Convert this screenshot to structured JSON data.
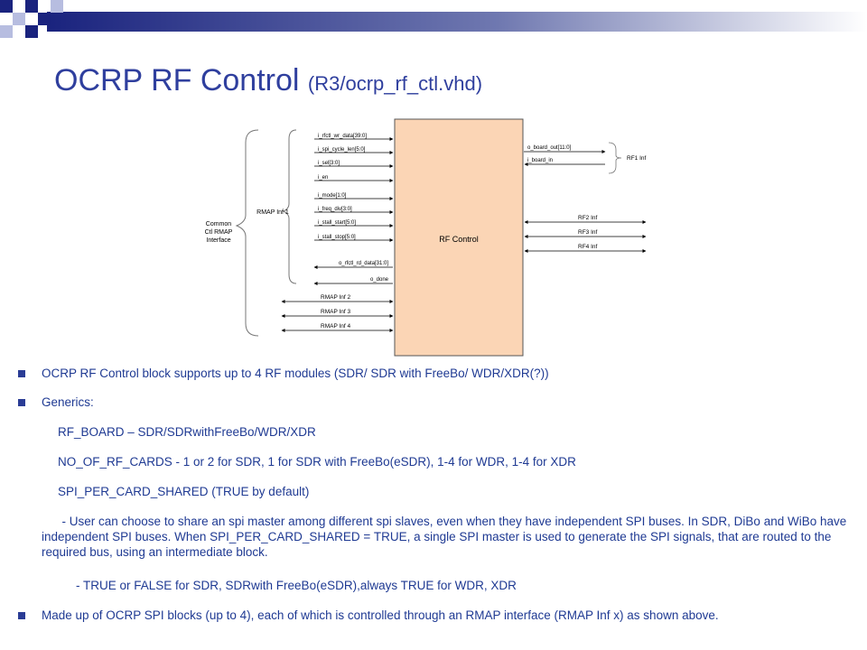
{
  "slide": {
    "title": "OCRP RF Control",
    "title_file": "(R3/ocrp_rf_ctl.vhd)"
  },
  "diagram": {
    "inputs": [
      "i_rfctl_wr_data[39:0]",
      "i_spi_cycle_len[5:0]",
      "i_sel[3:0]",
      "i_en",
      "i_mode[1:0]",
      "i_freq_div[3:0]",
      "i_stall_start[5:0]",
      "i_stall_stop[5:0]"
    ],
    "outputs_left": [
      "o_rfctl_rd_data[31:0]",
      "o_done"
    ],
    "rmap_others": [
      "RMAP Inf 2",
      "RMAP Inf 3",
      "RMAP Inf 4"
    ],
    "group_label": [
      "Common",
      "Ctl RMAP",
      "Interface"
    ],
    "rmap1_label": "RMAP Inf 1",
    "block_label": "RF Control",
    "right_out": "o_board_out[11:0]",
    "right_in": "i_board_in",
    "rf1_label": "RF1 Inf",
    "rf_others": [
      "RF2 Inf",
      "RF3 Inf",
      "RF4 Inf"
    ]
  },
  "bullets": {
    "b1": "OCRP RF Control block supports up to 4 RF modules (SDR/ SDR with FreeBo/ WDR/XDR(?))",
    "b2": "Generics:",
    "g1": "RF_BOARD – SDR/SDRwithFreeBo/WDR/XDR",
    "g2": "NO_OF_RF_CARDS  -  1 or 2 for SDR, 1 for SDR with FreeBo(eSDR), 1-4 for WDR, 1-4 for XDR",
    "g3": "SPI_PER_CARD_SHARED (TRUE by default)",
    "p1": "      - User can choose to share an spi master among different spi slaves, even when they have independent SPI buses. In SDR, DiBo and WiBo have independent SPI buses. When SPI_PER_CARD_SHARED = TRUE, a single SPI master is used to generate the SPI signals, that are routed to the required bus, using an intermediate block.",
    "p2": "- TRUE or FALSE for SDR, SDRwith FreeBo(eSDR),always  TRUE for WDR, XDR",
    "b3": "Made up of OCRP SPI blocks (up to 4), each of which is controlled through an RMAP interface (RMAP Inf  x) as shown above."
  },
  "colors": {
    "title": "#2f3f9e",
    "body_text": "#1f3a93",
    "block_fill": "#fbd5b5",
    "header_dark": "#1a237e"
  }
}
